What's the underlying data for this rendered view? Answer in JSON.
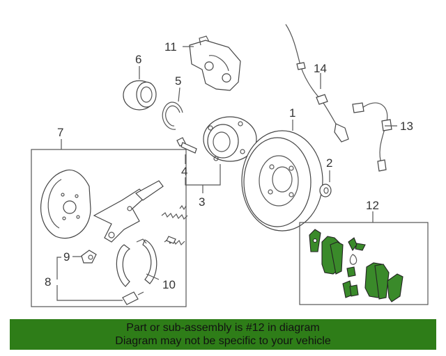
{
  "callouts": {
    "c1": "1",
    "c2": "2",
    "c3": "3",
    "c4": "4",
    "c5": "5",
    "c6": "6",
    "c7": "7",
    "c8": "8",
    "c9": "9",
    "c10": "10",
    "c11": "11",
    "c12": "12",
    "c13": "13",
    "c14": "14"
  },
  "banner": {
    "line1": "Part or sub-assembly is #12 in diagram",
    "line2": "Diagram may not be specific to your vehicle"
  },
  "colors": {
    "highlight": "#3a8a2a",
    "banner_bg": "#2e7d18"
  }
}
